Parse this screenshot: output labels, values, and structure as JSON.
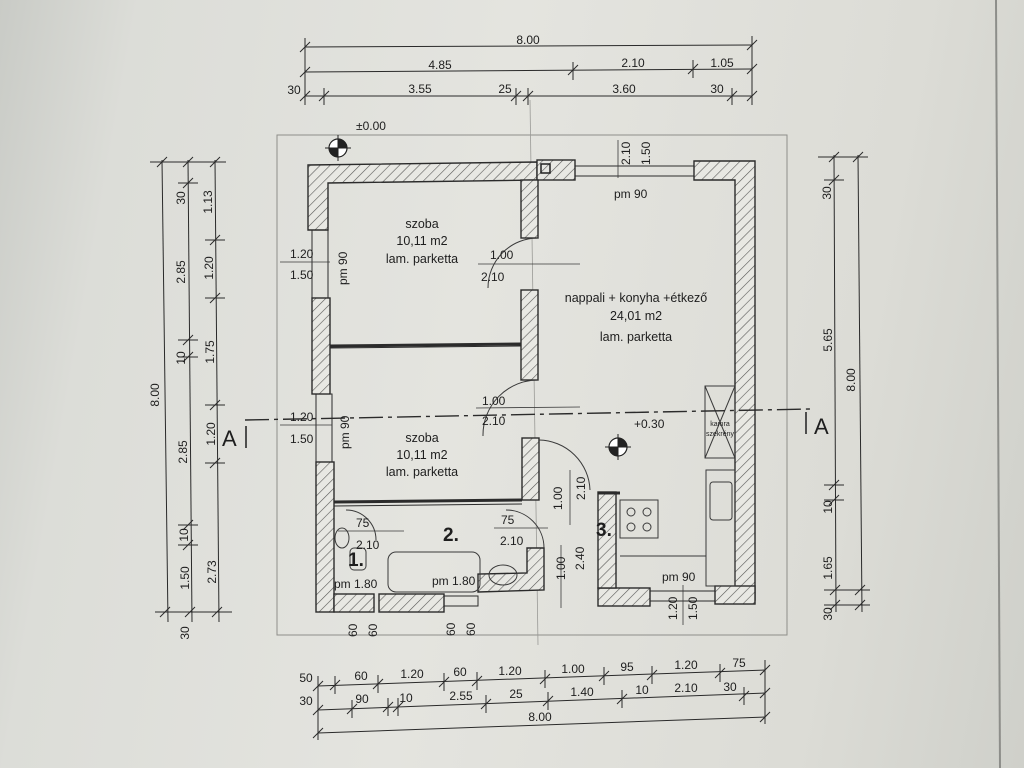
{
  "dimensions": {
    "top": {
      "total": "8.00",
      "left_span": "4.85",
      "right_span_a": "2.10",
      "right_span_b": "1.05",
      "wall_left": "30",
      "seg_a": "3.55",
      "seg_mid": "25",
      "seg_b": "3.60",
      "wall_right": "30"
    },
    "left": {
      "total": "8.00",
      "c1": [
        "30",
        "2.85",
        "10",
        "2.85",
        "10",
        "1.50"
      ],
      "c2": [
        "1.13",
        "1.20",
        "1.75",
        "1.20",
        "2.73"
      ],
      "bottom": "30"
    },
    "right": {
      "total": "8.00",
      "a": "30",
      "b": "5.65",
      "c": "10",
      "d": "1.65",
      "e": "30"
    },
    "bottom": {
      "row1": [
        "50",
        "60",
        "1.20",
        "60",
        "1.20",
        "1.00",
        "95",
        "1.20",
        "75"
      ],
      "row2": [
        "30",
        "90",
        "10",
        "2.55",
        "25",
        "1.40",
        "10",
        "2.10",
        "30"
      ],
      "total": "8.00"
    }
  },
  "levels": {
    "zero": "±0.00",
    "plus": "+0.30"
  },
  "section": {
    "left": "A",
    "right": "A"
  },
  "rooms": {
    "room1": {
      "name": "szoba",
      "area": "10,11 m2",
      "floor": "lam. parketta"
    },
    "room2": {
      "name": "szoba",
      "area": "10,11 m2",
      "floor": "lam. parketta"
    },
    "living": {
      "name": "nappali + konyha +étkező",
      "area": "24,01 m2",
      "floor": "lam. parketta"
    },
    "pantry": {
      "line1": "kamra",
      "line2": "szekrény"
    }
  },
  "numbers": {
    "n1": "1.",
    "n2": "2.",
    "n3": "3."
  },
  "openings": {
    "win1": {
      "w": "1.20",
      "h": "1.50",
      "sill": "pm 90"
    },
    "win2": {
      "w": "1.20",
      "h": "1.50",
      "sill": "pm 90"
    },
    "top_win": {
      "a": "2.10",
      "b": "1.50",
      "sill": "pm 90"
    },
    "door1": {
      "w": "1.00",
      "h": "2.10"
    },
    "door2": {
      "w": "1.00",
      "h": "2.10"
    },
    "door3": {
      "w": "1.00",
      "h": "2.10"
    },
    "door_bath": {
      "w": "75",
      "h": "2.10"
    },
    "door_wc": {
      "w": "75",
      "h": "2.10"
    },
    "door_entry": {
      "w": "1.00",
      "h": "2.40"
    },
    "bath_win": "pm 1.80",
    "bath_win2": "pm 1.80",
    "kitchen_win": {
      "sill": "pm 90",
      "w": "1.20",
      "h": "1.50"
    },
    "bottom_small": [
      "60",
      "60",
      "60",
      "60"
    ]
  }
}
